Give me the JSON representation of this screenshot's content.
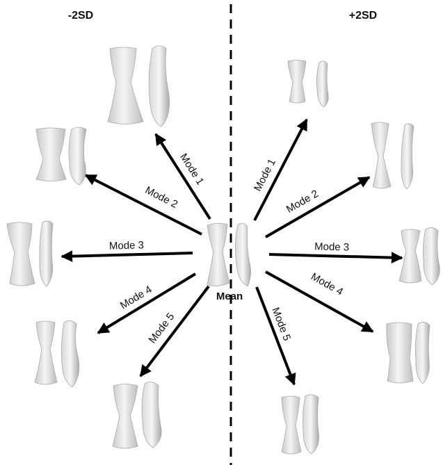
{
  "headers": {
    "left": "-2SD",
    "right": "+2SD"
  },
  "center_label": "Mean",
  "modes": [
    {
      "label": "Mode 1",
      "side": "-2SD"
    },
    {
      "label": "Mode 2",
      "side": "-2SD"
    },
    {
      "label": "Mode 3",
      "side": "-2SD"
    },
    {
      "label": "Mode 4",
      "side": "-2SD"
    },
    {
      "label": "Mode 5",
      "side": "-2SD"
    },
    {
      "label": "Mode 1",
      "side": "+2SD"
    },
    {
      "label": "Mode 2",
      "side": "+2SD"
    },
    {
      "label": "Mode 3",
      "side": "+2SD"
    },
    {
      "label": "Mode 4",
      "side": "+2SD"
    },
    {
      "label": "Mode 5",
      "side": "+2SD"
    }
  ]
}
